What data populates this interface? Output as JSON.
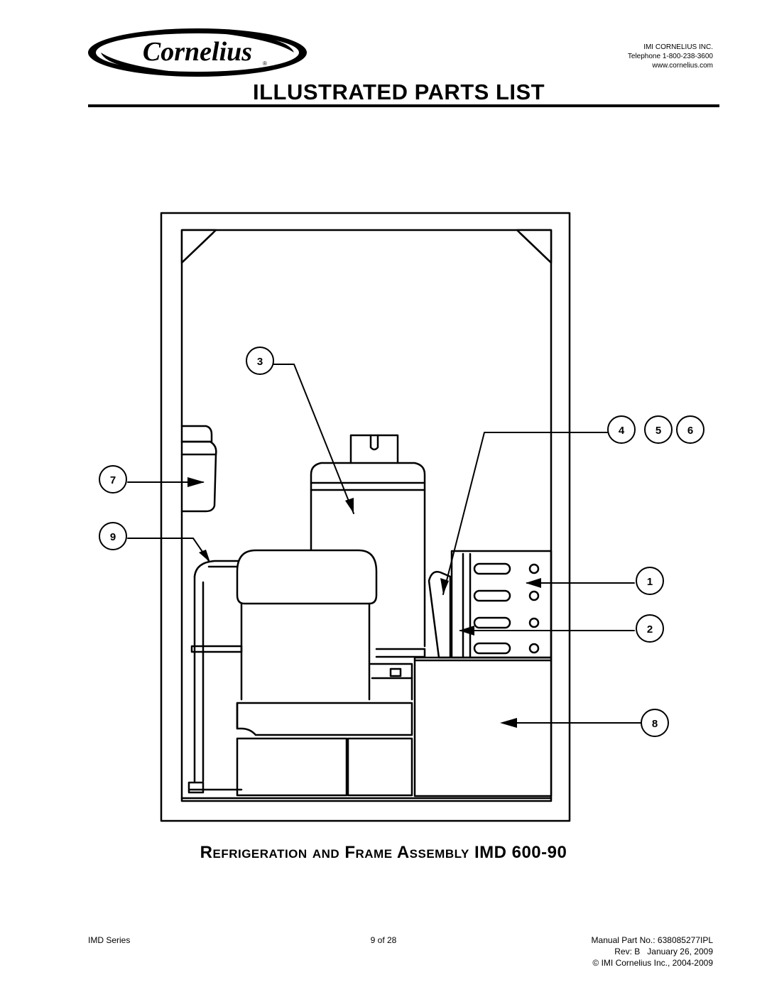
{
  "header": {
    "logo_text": "Cornelius",
    "company_name": "IMI CORNELIUS INC.",
    "telephone": "Telephone 1-800-238-3600",
    "website": "www.cornelius.com",
    "title": "ILLUSTRATED PARTS LIST"
  },
  "diagram": {
    "callouts": [
      "1",
      "2",
      "3",
      "4",
      "5",
      "6",
      "7",
      "8",
      "9"
    ],
    "caption": "Refrigeration and Frame Assembly IMD 600-90"
  },
  "footer": {
    "series": "IMD Series",
    "page": "9 of 28",
    "manual_part": "Manual Part No.: 638085277IPL",
    "revision": "Rev: B   January 26, 2009",
    "copyright": "© IMI Cornelius Inc., 2004-2009"
  }
}
